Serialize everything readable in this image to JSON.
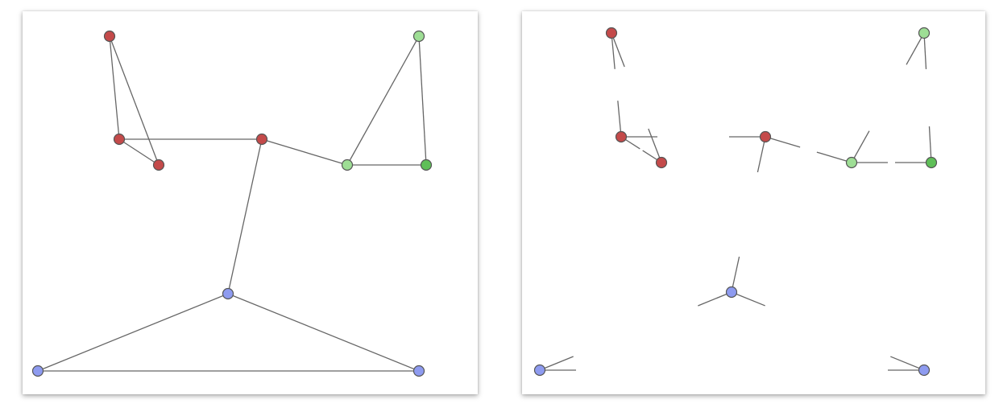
{
  "colors": {
    "red": "#c44a4a",
    "light_green": "#9ede95",
    "green": "#5fbf58",
    "blue": "#8e9bf0",
    "edge": "#666666",
    "node_stroke": "#555555"
  },
  "nodes": [
    {
      "id": "r1",
      "group": "red",
      "color": "red"
    },
    {
      "id": "r2",
      "group": "red",
      "color": "red"
    },
    {
      "id": "r3",
      "group": "red",
      "color": "red"
    },
    {
      "id": "r4",
      "group": "red",
      "color": "red"
    },
    {
      "id": "g1",
      "group": "green",
      "color": "light_green"
    },
    {
      "id": "g2",
      "group": "green",
      "color": "light_green"
    },
    {
      "id": "g3",
      "group": "green",
      "color": "green"
    },
    {
      "id": "b1",
      "group": "blue",
      "color": "blue"
    },
    {
      "id": "b2",
      "group": "blue",
      "color": "blue"
    },
    {
      "id": "b3",
      "group": "blue",
      "color": "blue"
    }
  ],
  "edges": [
    [
      "r1",
      "r2"
    ],
    [
      "r1",
      "r3"
    ],
    [
      "r2",
      "r3"
    ],
    [
      "r2",
      "r4"
    ],
    [
      "r4",
      "g2"
    ],
    [
      "r4",
      "b1"
    ],
    [
      "g1",
      "g2"
    ],
    [
      "g1",
      "g3"
    ],
    [
      "g2",
      "g3"
    ],
    [
      "b1",
      "b2"
    ],
    [
      "b1",
      "b3"
    ],
    [
      "b2",
      "b3"
    ]
  ],
  "panels": [
    {
      "id": "connected-graph",
      "mode": "full-edges"
    },
    {
      "id": "edge-stub-graph",
      "mode": "edge-stubs"
    }
  ]
}
